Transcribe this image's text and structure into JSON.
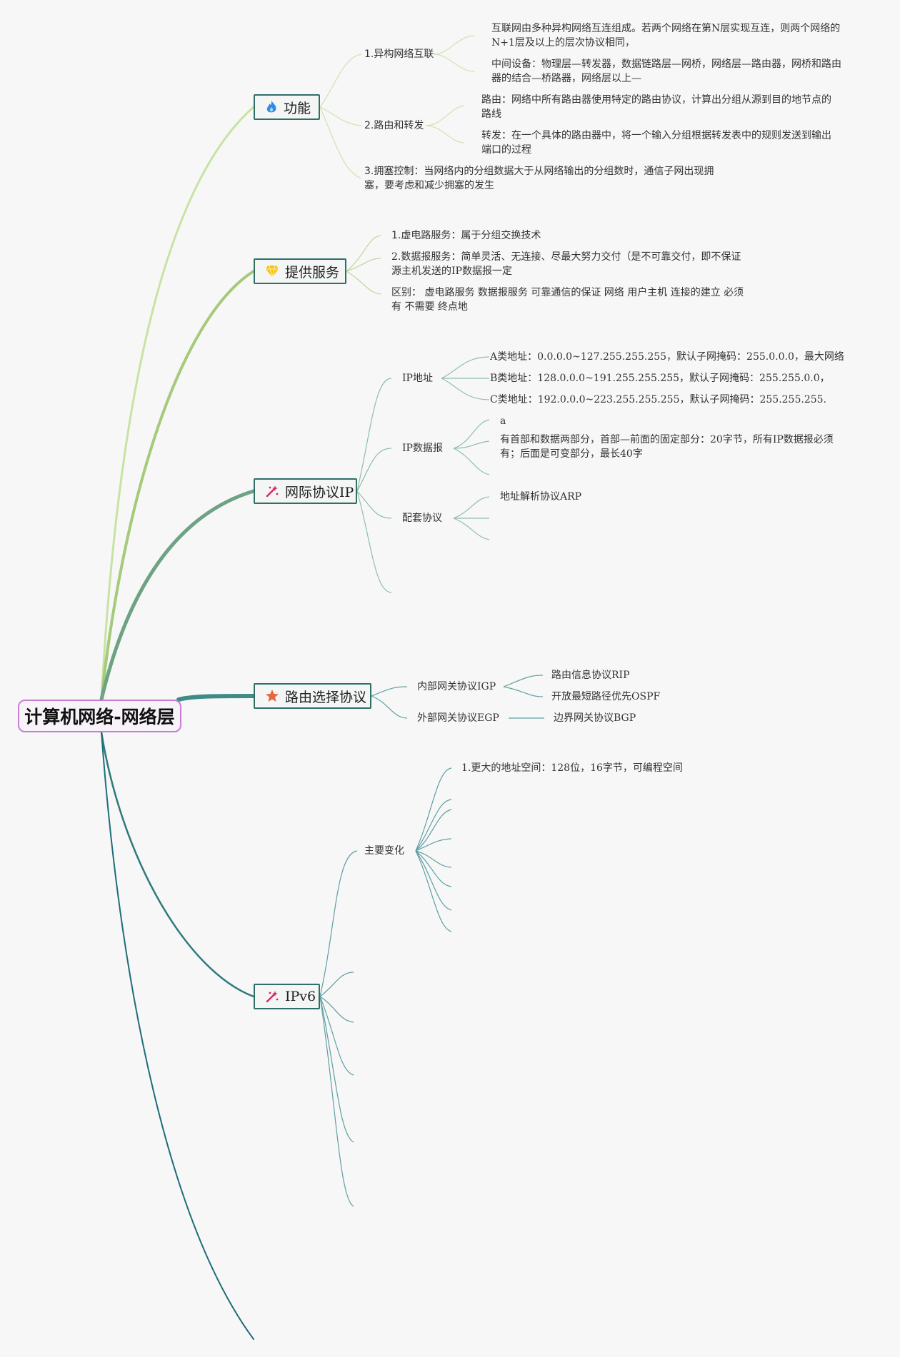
{
  "root": {
    "title": "计算机网络-网络层"
  },
  "colors": {
    "root_border": "#c77dd6",
    "node_border": "#2f6f66"
  },
  "branches": {
    "gongneng": {
      "label": "功能",
      "icon": "fire-icon",
      "items": {
        "hetero": {
          "label": "1.异构网络互联",
          "notes": [
            "互联网由多种异构网络互连组成。若两个网络在第N层实现互连，则两个网络的N+1层及以上的层次协议相同，",
            "中间设备：物理层—转发器，数据链路层—网桥，网络层—路由器，网桥和路由器的结合—桥路器，网络层以上—"
          ]
        },
        "routing": {
          "label": "2.路由和转发",
          "notes": [
            "路由：网络中所有路由器使用特定的路由协议，计算出分组从源到目的地节点的路线",
            "转发：在一个具体的路由器中，将一个输入分组根据转发表中的规则发送到输出端口的过程"
          ]
        },
        "congestion": {
          "label": "3.拥塞控制：当网络内的分组数据大于从网络输出的分组数时，通信子网出现拥塞，要考虑和减少拥塞的发生"
        }
      }
    },
    "service": {
      "label": "提供服务",
      "icon": "diamond-icon",
      "items": [
        "1.虚电路服务：属于分组交换技术",
        "2.数据报服务：简单灵活、无连接、尽最大努力交付（是不可靠交付，即不保证源主机发送的IP数据报一定",
        "区别： 虚电路服务 数据报服务 可靠通信的保证 网络 用户主机 连接的建立 必须有 不需要 终点地"
      ]
    },
    "ip": {
      "label": "网际协议IP",
      "icon": "sparkle-icon",
      "address": {
        "label": "IP地址",
        "items": [
          "A类地址：0.0.0.0~127.255.255.255，默认子网掩码：255.0.0.0，最大网络",
          "B类地址：128.0.0.0~191.255.255.255，默认子网掩码：255.255.0.0，",
          "C类地址：192.0.0.0~223.255.255.255，默认子网掩码：255.255.255."
        ]
      },
      "datagram": {
        "label": "IP数据报",
        "items": [
          "a",
          "有首部和数据两部分，首部—前面的固定部分：20字节，所有IP数据报必须有；后面是可变部分，最长40字"
        ]
      },
      "support": {
        "label": "配套协议",
        "items": [
          "地址解析协议ARP"
        ]
      }
    },
    "routing_proto": {
      "label": "路由选择协议",
      "icon": "star-icon",
      "igp": {
        "label": "内部网关协议IGP",
        "items": [
          "路由信息协议RIP",
          "开放最短路径优先OSPF"
        ]
      },
      "egp": {
        "label": "外部网关协议EGP",
        "items": [
          "边界网关协议BGP"
        ]
      }
    },
    "ipv6": {
      "label": "IPv6",
      "icon": "sparkle-icon",
      "changes": {
        "label": "主要变化",
        "items": [
          "1.更大的地址空间：128位，16字节，可编程空间"
        ]
      }
    }
  }
}
